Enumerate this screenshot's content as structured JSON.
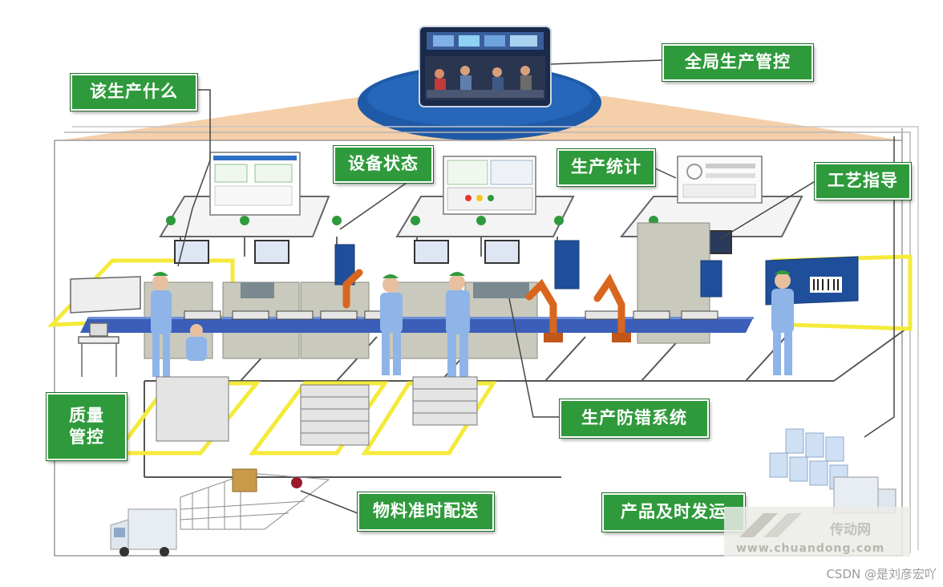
{
  "labels": {
    "global_control": "全局生产管控",
    "what_to_produce": "该生产什么",
    "equipment_status": "设备状态",
    "production_stats": "生产统计",
    "process_guidance": "工艺指导",
    "quality_line1": "质量",
    "quality_line2": "管控",
    "error_proofing": "生产防错系统",
    "material_delivery": "物料准时配送",
    "product_shipping": "产品及时发运"
  },
  "logo": {
    "url_text": "www.chuandong.com",
    "cn_text": "传动网"
  },
  "watermark": "CSDN @是刘彦宏吖",
  "colors": {
    "label_green": "#2f9a3c",
    "platform_blue": "#1f5aa8",
    "zone_yellow": "#f5ea3a",
    "worker_blue": "#8fb4e8",
    "robot_orange": "#d9661e",
    "machine_gray": "#c9c9bd"
  }
}
